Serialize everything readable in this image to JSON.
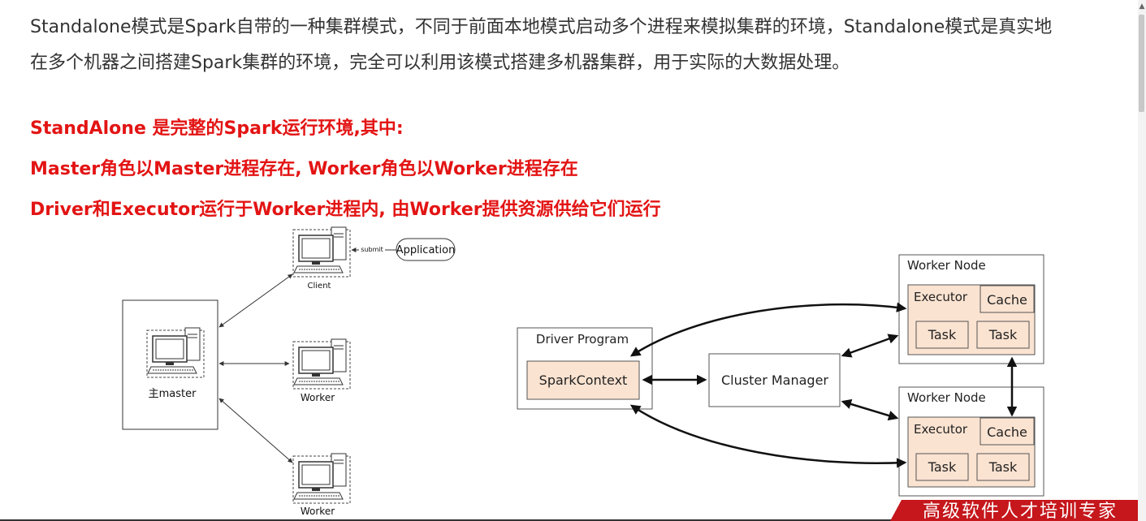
{
  "article": {
    "paragraph": "Standalone模式是Spark自带的一种集群模式，不同于前面本地模式启动多个进程来模拟集群的环境，Standalone模式是真实地在多个机器之间搭建Spark集群的环境，完全可以利用该模式搭建多机器集群，用于实际的大数据处理。",
    "highlights": [
      "StandAlone 是完整的Spark运行环境,其中:",
      "Master角色以Master进程存在, Worker角色以Worker进程存在",
      "Driver和Executor运行于Worker进程内, 由Worker提供资源供给它们运行"
    ]
  },
  "left_diagram": {
    "application_label": "Application",
    "submit_label": "submit",
    "client_label": "Client",
    "master_label": "主master",
    "worker_label_1": "Worker",
    "worker_label_2": "Worker"
  },
  "right_diagram": {
    "driver_program": "Driver Program",
    "spark_context": "SparkContext",
    "cluster_manager": "Cluster Manager",
    "worker_node_1": "Worker Node",
    "worker_node_2": "Worker Node",
    "executor_1": "Executor",
    "executor_2": "Executor",
    "cache_1": "Cache",
    "cache_2": "Cache",
    "task_1a": "Task",
    "task_1b": "Task",
    "task_2a": "Task",
    "task_2b": "Task"
  },
  "banner": {
    "text": "高级软件人才培训专家"
  },
  "colors": {
    "highlight_red": "#e31414",
    "body_text": "#333333",
    "box_fill_orange": "#fbe3d1",
    "banner_red": "#c5171c"
  }
}
